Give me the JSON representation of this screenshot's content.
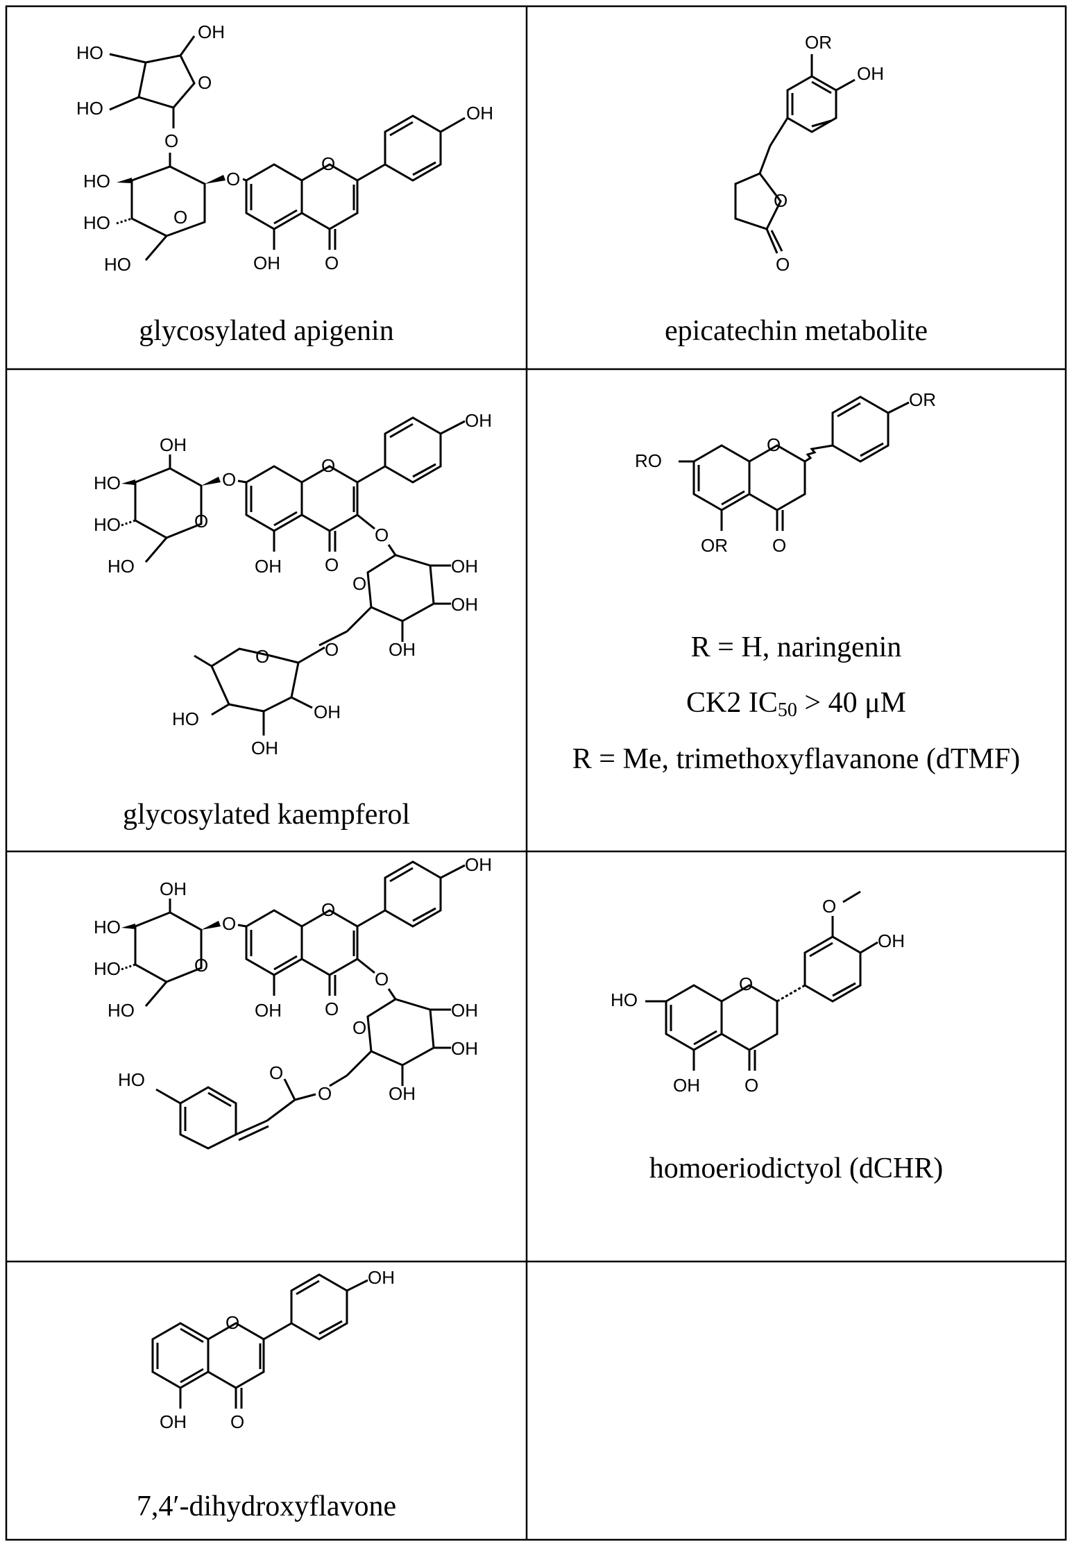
{
  "cells": [
    {
      "name": "glycosylated apigenin"
    },
    {
      "name": "epicatechin metabolite"
    },
    {
      "name": "glycosylated kaempferol"
    },
    {
      "legend": {
        "line1": "R = H,  naringenin",
        "line2_prefix": "CK2 IC",
        "line2_sub": "50",
        "line2_suffix": " > 40 μM",
        "line3": "R = Me,  trimethoxyflavanone (dTMF)"
      }
    },
    {
      "name": ""
    },
    {
      "name": "homoeriodictyol (dCHR)"
    },
    {
      "name": "7,4′-dihydroxyflavone"
    },
    {
      "name": ""
    }
  ],
  "atom_labels": {
    "oh": "OH",
    "ho": "HO",
    "o": "O",
    "or": "OR",
    "ro": "RO"
  }
}
